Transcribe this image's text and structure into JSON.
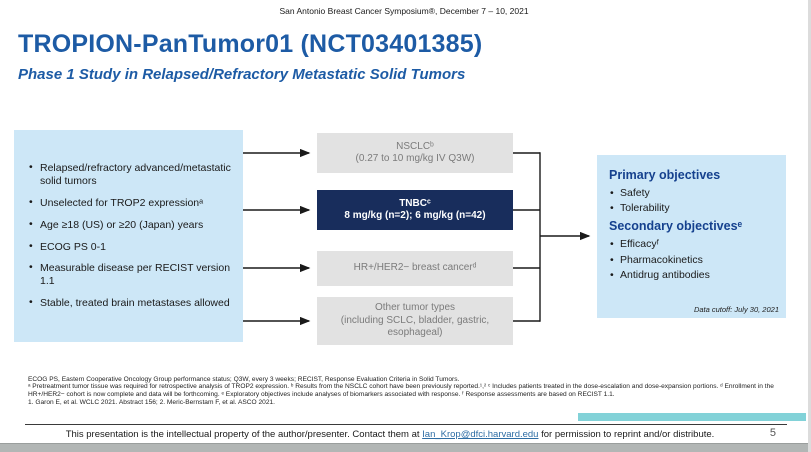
{
  "slide": {
    "conference": "San Antonio Breast Cancer Symposium®, December 7 – 10, 2021",
    "title": "TROPION-PanTumor01 (NCT03401385)",
    "subtitle": "Phase 1 Study in Relapsed/Refractory Metastatic Solid Tumors",
    "page_number": "5"
  },
  "eligibility_box": {
    "items": [
      "Relapsed/refractory advanced/metastatic solid tumors",
      "Unselected for TROP2 expressionᵃ",
      "Age ≥18 (US) or ≥20 (Japan) years",
      "ECOG PS 0-1",
      "Measurable disease per RECIST version 1.1",
      "Stable, treated brain metastases allowed"
    ]
  },
  "cohorts": [
    {
      "title": "NSCLCᵇ",
      "detail": "(0.27 to 10 mg/kg IV Q3W)"
    },
    {
      "title": "TNBCᶜ",
      "detail": "8 mg/kg (n=2); 6 mg/kg (n=42)"
    },
    {
      "title": "HR+/HER2− breast cancerᵈ",
      "detail": ""
    },
    {
      "title": "Other tumor types",
      "detail": "(including SCLC, bladder, gastric, esophageal)"
    }
  ],
  "objectives_box": {
    "primary_heading": "Primary objectives",
    "primary_items": [
      "Safety",
      "Tolerability"
    ],
    "secondary_heading": "Secondary objectivesᵉ",
    "secondary_items": [
      "Efficacyᶠ",
      "Pharmacokinetics",
      "Antidrug antibodies"
    ],
    "data_cutoff": "Data cutoff: July 30, 2021"
  },
  "footnotes": {
    "abbreviations": "ECOG PS, Eastern Cooperative Oncology Group performance status; Q3W, every 3 weeks; RECIST, Response Evaluation Criteria in Solid Tumors.",
    "notes": "ᵃ Pretreatment tumor tissue was required for retrospective analysis of TROP2 expression. ᵇ Results from the NSCLC cohort have been previously reported.¹,² ᶜ Includes patients treated in the dose-escalation and dose-expansion portions. ᵈ Enrollment in the HR+/HER2− cohort is now complete and data will be forthcoming. ᵉ Exploratory objectives include analyses of biomarkers associated with response. ᶠ Response assessments are based on RECIST 1.1.",
    "references": "1. Garon E, et al. WCLC 2021. Abstract 156; 2. Meric-Bernstam F, et al. ASCO 2021."
  },
  "footer": {
    "text_before_link": "This presentation is the intellectual property of the author/presenter. Contact them at ",
    "link": "Ian_Krop@dfci.harvard.edu",
    "text_after_link": " for permission to reprint and/or distribute."
  },
  "colors": {
    "title_blue": "#1d5ba5",
    "light_blue_box": "#cde7f7",
    "gray_box": "#e2e2e2",
    "gray_box_text": "#7b7b7b",
    "navy_box": "#182d5c",
    "heading_navy": "#15418e",
    "teal_bar": "#82d2d8"
  }
}
